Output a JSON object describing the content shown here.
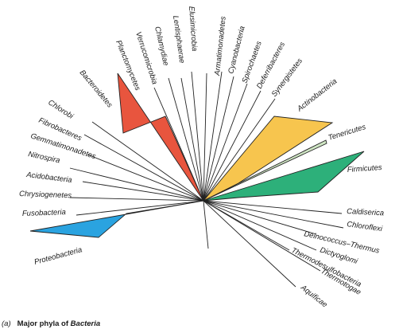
{
  "caption": {
    "prefix": "(a)",
    "text": "Major phyla of",
    "taxon": "Bacteria"
  },
  "colors": {
    "bacteroidetes": "#e8553e",
    "actinobacteria": "#f7c54e",
    "tenericutes": "#cfe6c4",
    "firmicutes": "#2db07a",
    "proteobacteria": "#2aa3e0"
  },
  "phyla": [
    "Bacteroidetes",
    "Planctomycetes",
    "Verrucomicrobia",
    "Chlamydiae",
    "Lentisphaerae",
    "Elusimicrobia",
    "Armatimonadetes",
    "Cyanobacteria",
    "Spirochaetes",
    "Deferribacteres",
    "Synergistetes",
    "Actinobacteria",
    "Tenericutes",
    "Firmicutes",
    "Chlorobi",
    "Fibrobacteres",
    "Gemmatimonadetes",
    "Nitrospira",
    "Acidobacteria",
    "Chrysiogenetes",
    "Fusobacteria",
    "Proteobacteria",
    "Caldiserica",
    "Chloroflexi",
    "Deinococcus–Thermus",
    "Dictyoglomi",
    "Thermodesulfobacteria",
    "Thermotogae",
    "Aquificae"
  ]
}
